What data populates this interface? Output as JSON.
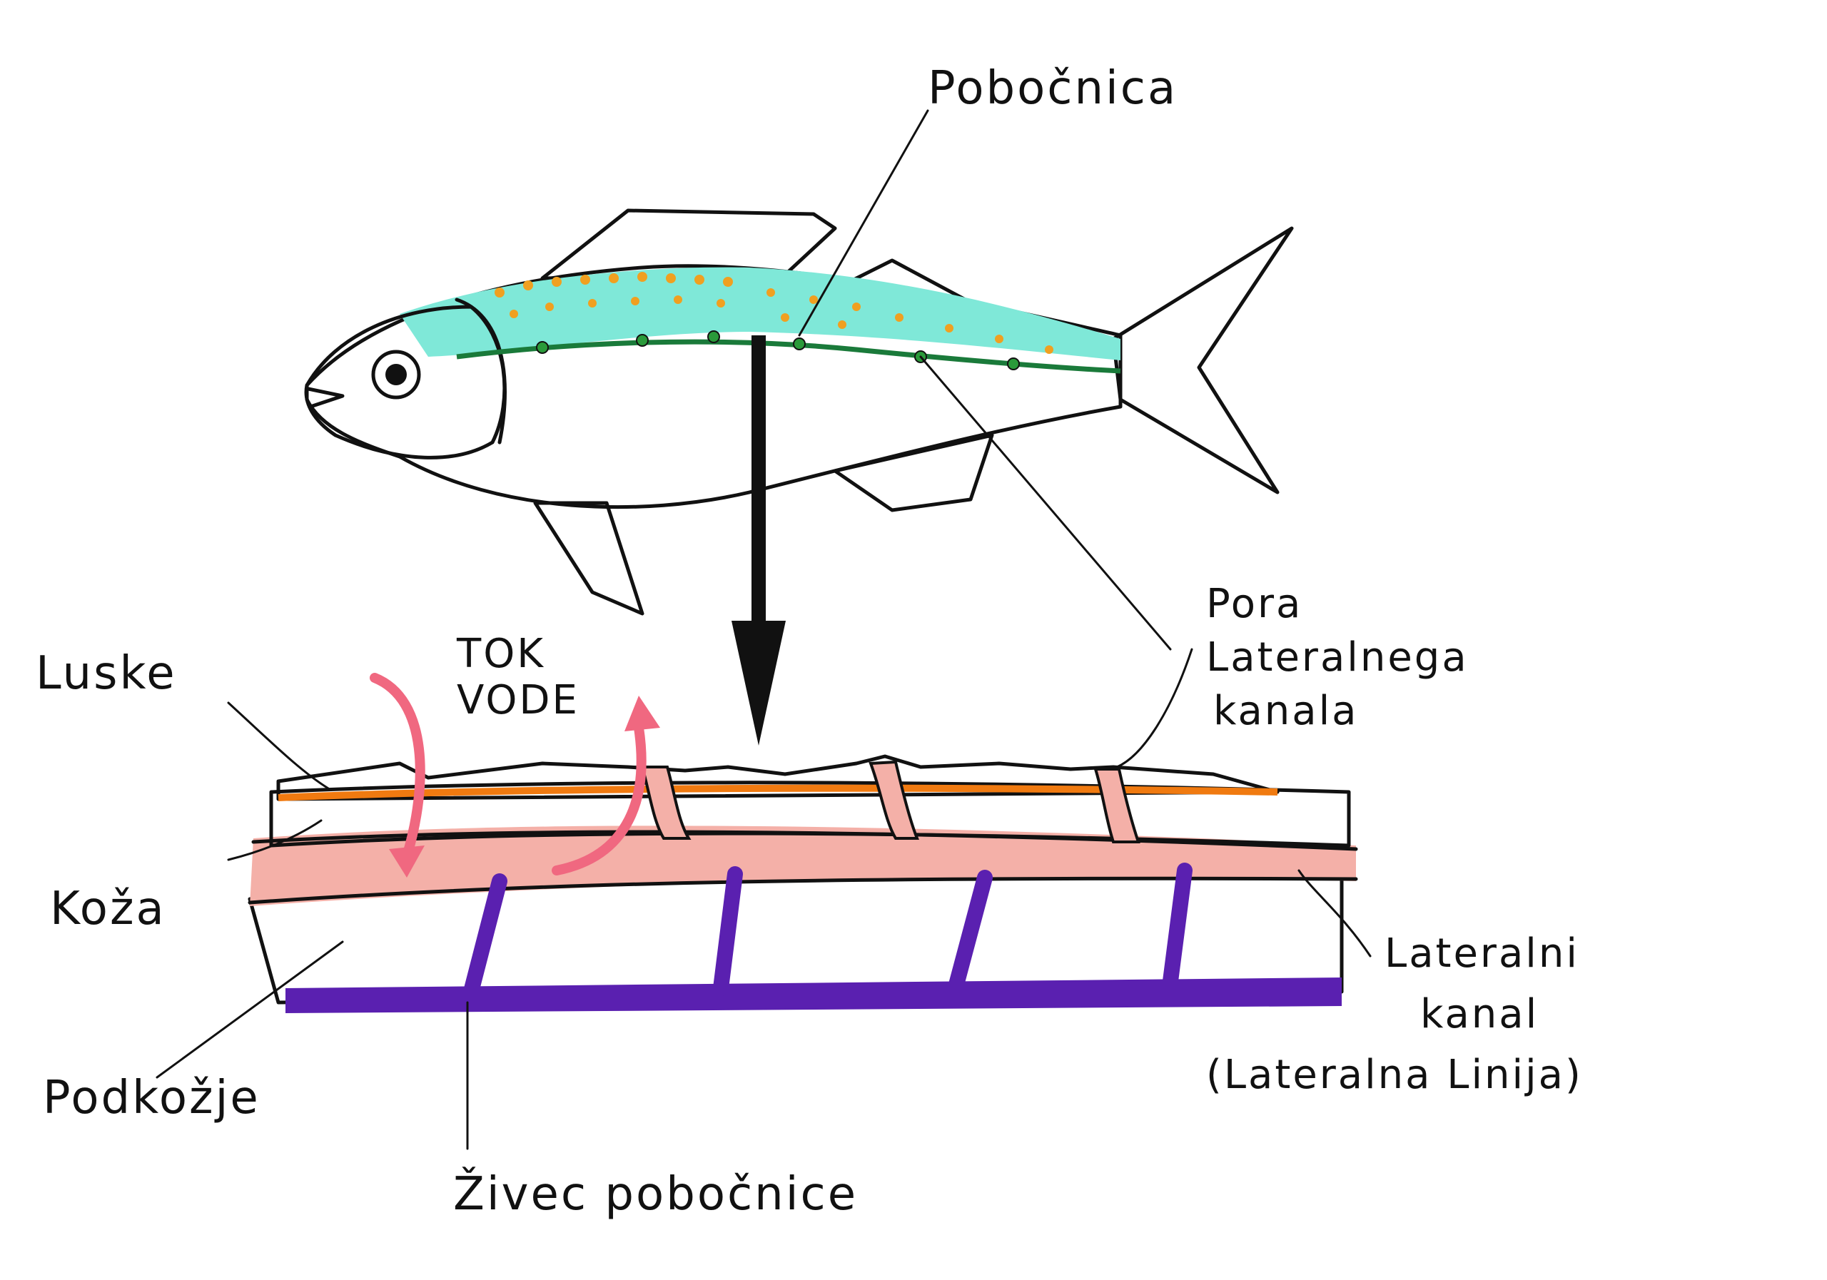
{
  "labels": {
    "pobocnica": "Poboč­nica",
    "luske": "Luske",
    "tok_line1": "TOK",
    "tok_line2": "VODE",
    "pora_line1": "Pora",
    "pora_line2": "Lateralnega",
    "pora_line3": "kanala",
    "koza": "Koža",
    "podkozje": "Podkožje",
    "lateralni_line1": "Lateralni",
    "lateralni_line2": "kanal",
    "lateralni_line3": "(Lateralna Linija)",
    "zivec": "Živec pobočnice"
  },
  "colors": {
    "fish_body": "#4fe3a0",
    "fish_back": "#7fe8d8",
    "fins": "#d8dc3a",
    "spots": "#f0a020",
    "scales": "#2a9a3a",
    "scale_orange": "#f07a10",
    "skin_yellow": "#f6f03a",
    "canal_pink": "#f4b0a8",
    "nerve": "#5a20b0",
    "flow_arrow": "#f06880"
  }
}
